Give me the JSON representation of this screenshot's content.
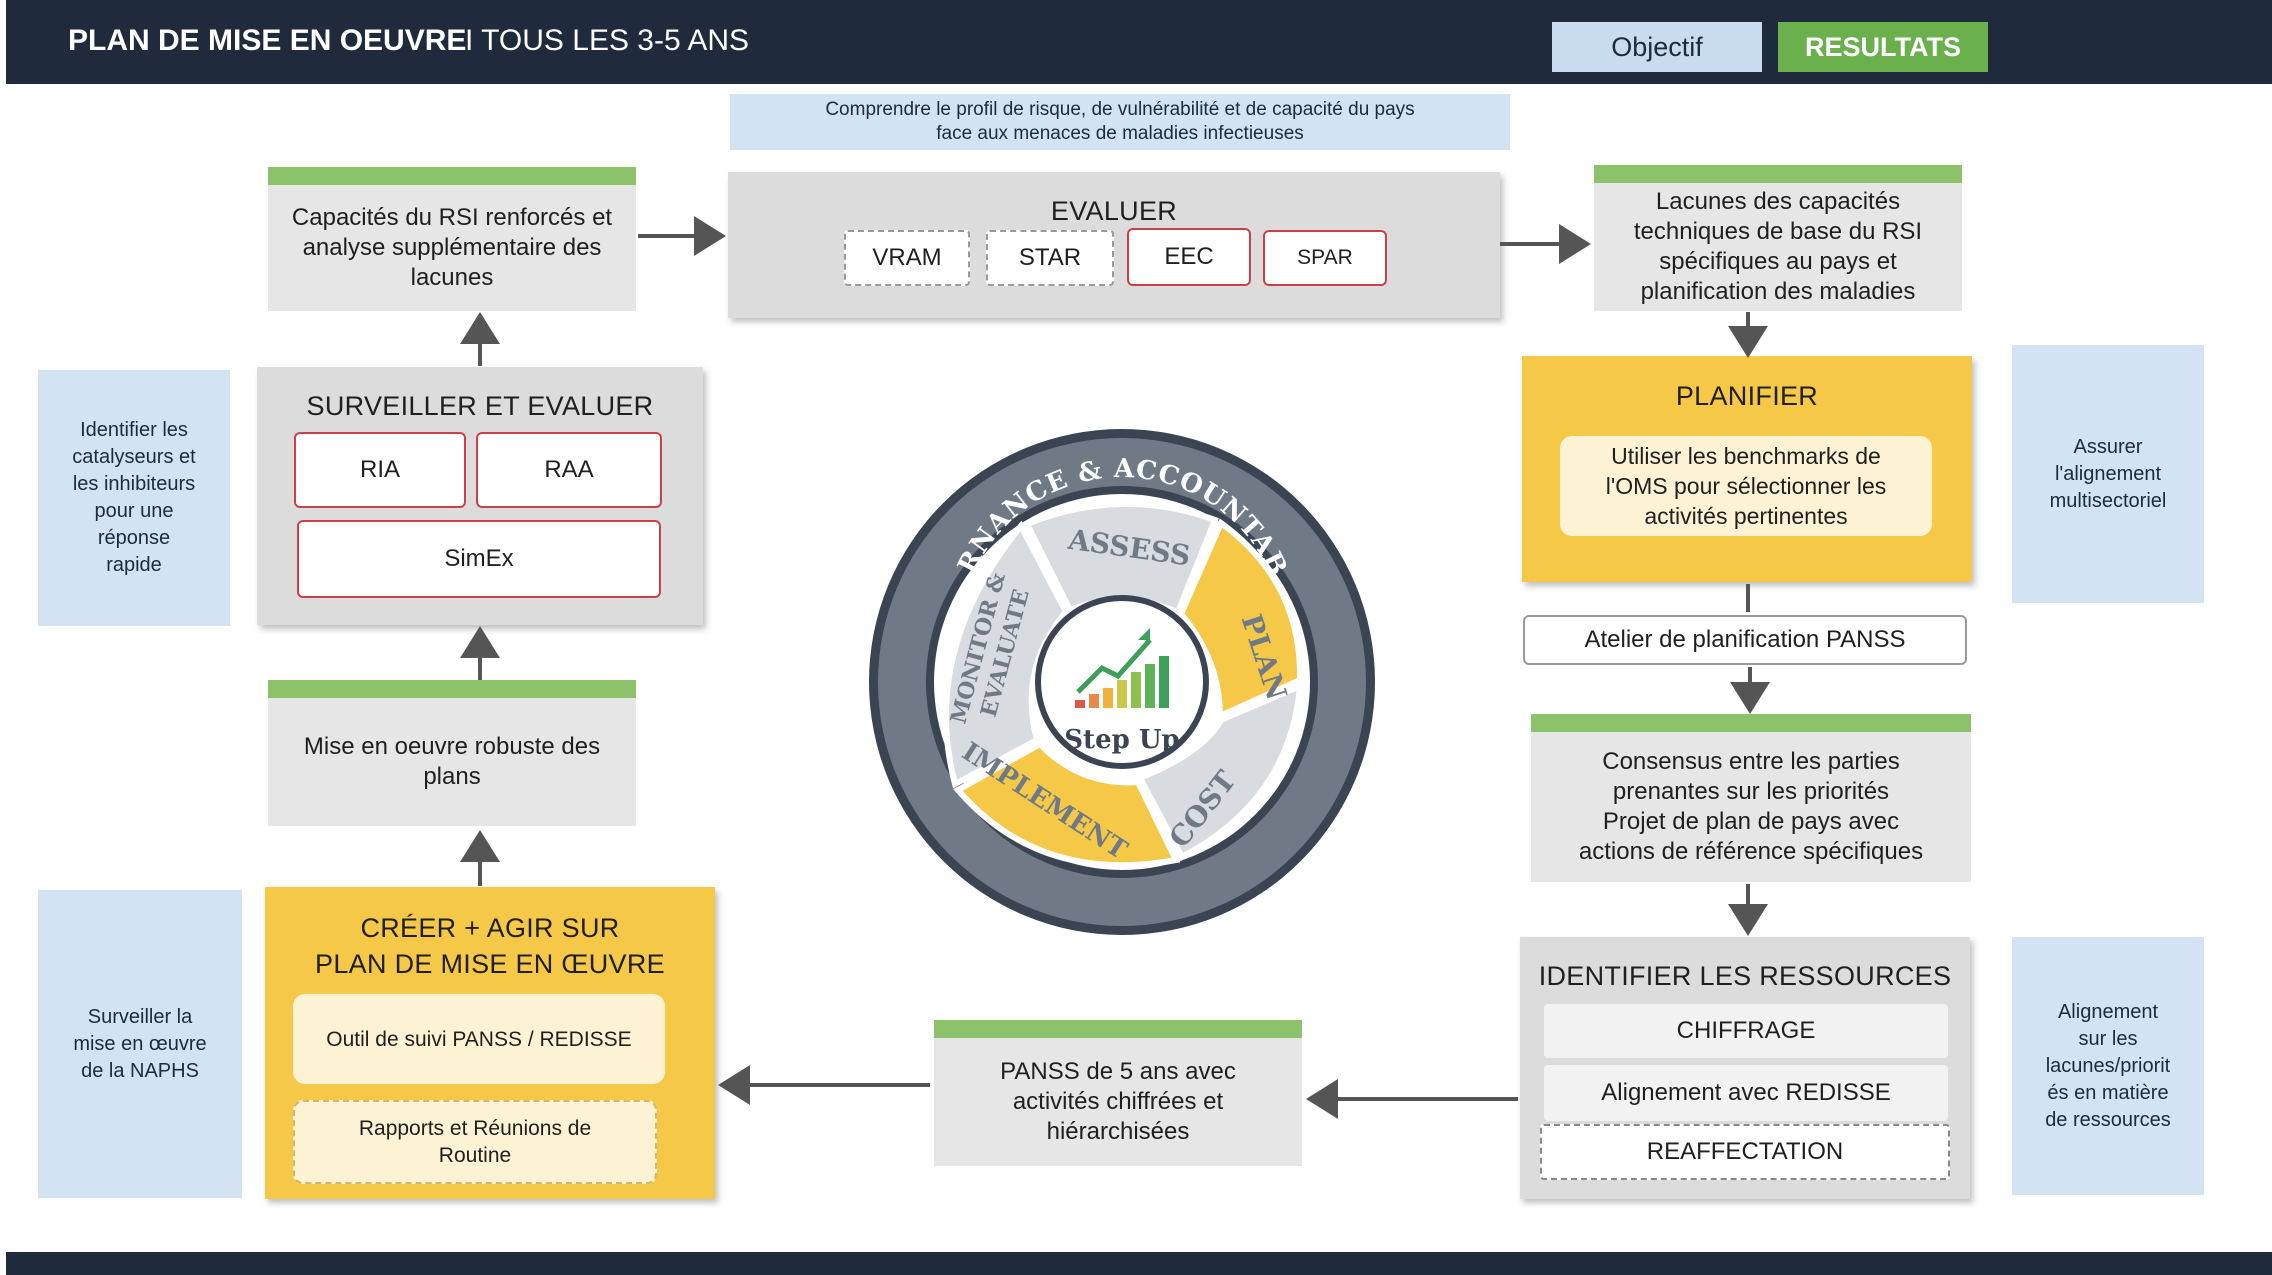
{
  "header": {
    "title_bold": "PLAN DE MISE EN OEUVRE",
    "title_rest": "I TOUS LES 3-5 ANS",
    "objectif_button": "Objectif",
    "resultats_button": "RESULTATS"
  },
  "banner": {
    "line1": "Comprendre le profil de risque, de vulnérabilité et de capacité du pays",
    "line2": "face aux menaces de maladies infectieuses"
  },
  "evaluer": {
    "title": "EVALUER",
    "tools": [
      "VRAM",
      "STAR",
      "EEC",
      "SPAR"
    ]
  },
  "capacites": {
    "lines": [
      "Capacités du RSI renforcés et",
      "analyse supplémentaire des",
      "lacunes"
    ]
  },
  "lacunes": {
    "lines": [
      "Lacunes des capacités",
      "techniques de base du RSI",
      "spécifiques au pays et",
      "planification des maladies"
    ]
  },
  "surveiller": {
    "title": "SURVEILLER ET EVALUER",
    "ria": "RIA",
    "raa": "RAA",
    "simex": "SimEx"
  },
  "left_note_1": {
    "lines": [
      "Identifier les",
      "catalyseurs et",
      "les inhibiteurs",
      "pour une",
      "réponse",
      "rapide"
    ]
  },
  "mise_en_oeuvre": {
    "lines": [
      "Mise en oeuvre robuste des",
      "plans"
    ]
  },
  "creer": {
    "title_line1": "CRÉER + AGIR SUR",
    "title_line2": "PLAN DE MISE EN ŒUVRE",
    "item1": "Outil de suivi PANSS / REDISSE",
    "item2_line1": "Rapports et Réunions de",
    "item2_line2": "Routine"
  },
  "left_note_2": {
    "lines": [
      "Surveiller la",
      "mise en œuvre",
      "de la NAPHS"
    ]
  },
  "panss": {
    "lines": [
      "PANSS de 5 ans avec",
      "activités chiffrées et",
      "hiérarchisées"
    ]
  },
  "planifier": {
    "title": "PLANIFIER",
    "lines": [
      "Utiliser les benchmarks de",
      "l'OMS pour sélectionner les",
      "activités pertinentes"
    ]
  },
  "right_note_1": {
    "lines": [
      "Assurer",
      "l'alignement",
      "multisectoriel"
    ]
  },
  "atelier": {
    "label": "Atelier de planification PANSS"
  },
  "consensus": {
    "lines": [
      "Consensus entre les parties",
      "prenantes sur les priorités",
      "Projet de plan de pays avec",
      "actions de référence spécifiques"
    ]
  },
  "ressources": {
    "title": "IDENTIFIER LES RESSOURCES",
    "item1": "CHIFFRAGE",
    "item2": "Alignement avec REDISSE",
    "item3": "REAFFECTATION"
  },
  "right_note_2": {
    "lines": [
      "Alignement",
      "sur les",
      "lacunes/priorit",
      "és en matière",
      "de ressources"
    ]
  },
  "cycle": {
    "ring_label": "GOVERNANCE & ACCOUNTABILITY",
    "assess": "ASSESS",
    "plan": "PLAN",
    "cost": "COST",
    "implement": "IMPLEMENT",
    "monitor_line1": "MONITOR &",
    "monitor_line2": "EVALUATE",
    "logo": "Step Up"
  },
  "colors": {
    "header_bg": "#1f2a3c",
    "green": "#8bc26a",
    "button_green": "#6ab04c",
    "yellow": "#f6c848",
    "light_blue": "#d3e3f3",
    "red_outline": "#c9404a",
    "ring": "#6f7a86"
  }
}
